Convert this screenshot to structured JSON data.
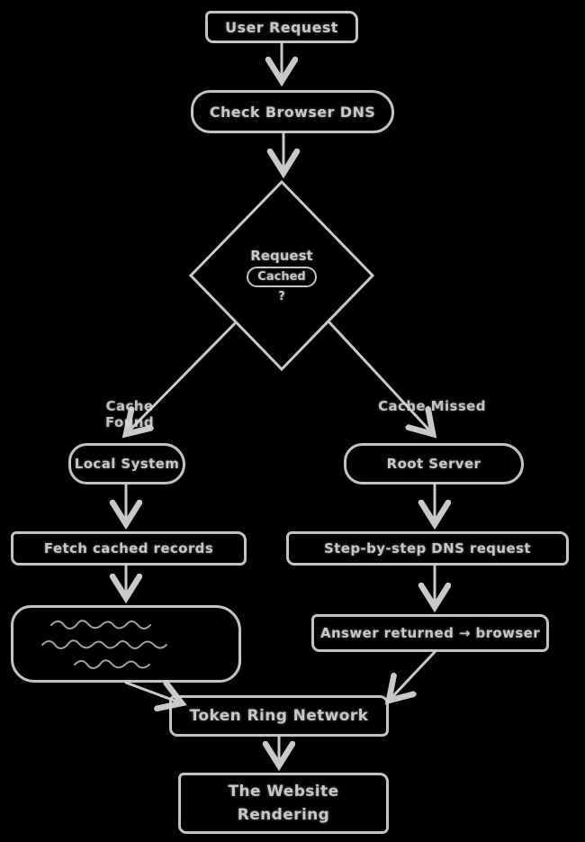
{
  "canvas": {
    "background_color": "#000000",
    "stroke_color": "#d4d4d4",
    "text_color": "#d9d9d9"
  },
  "flowchart": {
    "start": {
      "label": "User Request"
    },
    "check": {
      "label": "Check Browser DNS"
    },
    "decision": {
      "line1": "Request",
      "oval_word": "Cached",
      "line3": "?"
    },
    "branch_labels": {
      "left": "Cache Found",
      "right": "Cache Missed"
    },
    "left_branch": {
      "stage1": "Local System",
      "stage2": "Fetch cached records",
      "note_icon": "scribble-lines"
    },
    "right_branch": {
      "stage1": "Root Server",
      "stage2": "Step-by-step DNS request",
      "stage3": "Answer returned → browser"
    },
    "merge": {
      "label": "Token Ring Network"
    },
    "final": {
      "line1": "The Website",
      "line2": "Rendering"
    }
  }
}
